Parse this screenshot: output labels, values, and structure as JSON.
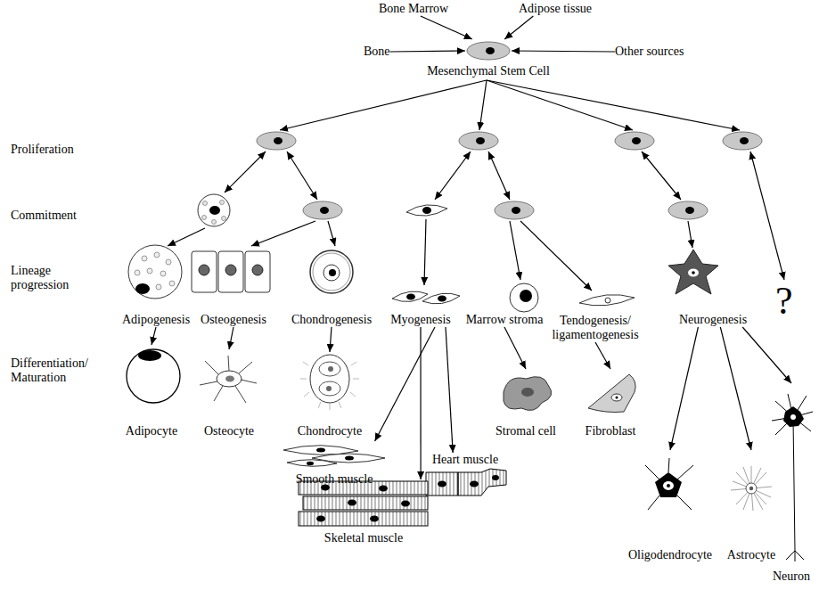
{
  "diagram": {
    "nodes": [
      {
        "text": [
          "Bone Marrow"
        ]
      },
      {
        "text": [
          "Adipose tissue"
        ]
      },
      {
        "text": [
          "Bone"
        ]
      },
      {
        "text": [
          "Mesenchymal Stem Cell"
        ]
      },
      {
        "text": [
          "Other sources"
        ]
      },
      {
        "text": [
          "Adipogenesis"
        ]
      },
      {
        "text": [
          "Osteogenesis"
        ]
      },
      {
        "text": [
          "Chondrogenesis"
        ]
      },
      {
        "text": [
          "Myogenesis"
        ]
      },
      {
        "text": [
          "Marrow stroma"
        ]
      },
      {
        "text": [
          "Tendogenesis/ ligamentogenesis"
        ]
      },
      {
        "text": [
          "Neurogenesis"
        ]
      },
      {
        "text": [
          "Adipocyte"
        ]
      },
      {
        "text": [
          "Osteocyte"
        ]
      },
      {
        "text": [
          "Chondrocyte"
        ]
      },
      {
        "text": [
          "Stromal cell"
        ]
      },
      {
        "text": [
          "Fibroblast"
        ]
      },
      {
        "text": [
          "Smooth muscle"
        ]
      },
      {
        "text": [
          "Heart muscle"
        ]
      },
      {
        "text": [
          "Skeletal muscle"
        ]
      },
      {
        "text": [
          "Oligodendrocyte"
        ]
      },
      {
        "text": [
          "Astrocyte"
        ]
      },
      {
        "text": [
          "Neuron"
        ]
      }
    ],
    "edges": [
      {
        "from": 0,
        "to": 3,
        "arrow": "to"
      },
      {
        "from": 1,
        "to": 3,
        "arrow": "to"
      },
      {
        "from": 2,
        "to": 3,
        "arrow": "to"
      },
      {
        "from": 4,
        "to": 3,
        "arrow": "to"
      },
      {
        "from": 5,
        "to": 12,
        "arrow": "to"
      },
      {
        "from": 6,
        "to": 13,
        "arrow": "to"
      },
      {
        "from": 7,
        "to": 14,
        "arrow": "to"
      },
      {
        "from": 8,
        "to": 17,
        "arrow": "to"
      },
      {
        "from": 8,
        "to": 19,
        "arrow": "to"
      },
      {
        "from": 8,
        "to": 18,
        "arrow": "to"
      },
      {
        "from": 9,
        "to": 15,
        "arrow": "to"
      },
      {
        "from": 10,
        "to": 16,
        "arrow": "to"
      },
      {
        "from": 11,
        "to": 20,
        "arrow": "to"
      },
      {
        "from": 11,
        "to": 21,
        "arrow": "to"
      },
      {
        "from": 11,
        "to": 22,
        "arrow": "to"
      }
    ],
    "labels": [
      "Proliferation",
      "Commitment",
      "Lineage progression",
      "Differentiation/ Maturation",
      "?"
    ]
  }
}
